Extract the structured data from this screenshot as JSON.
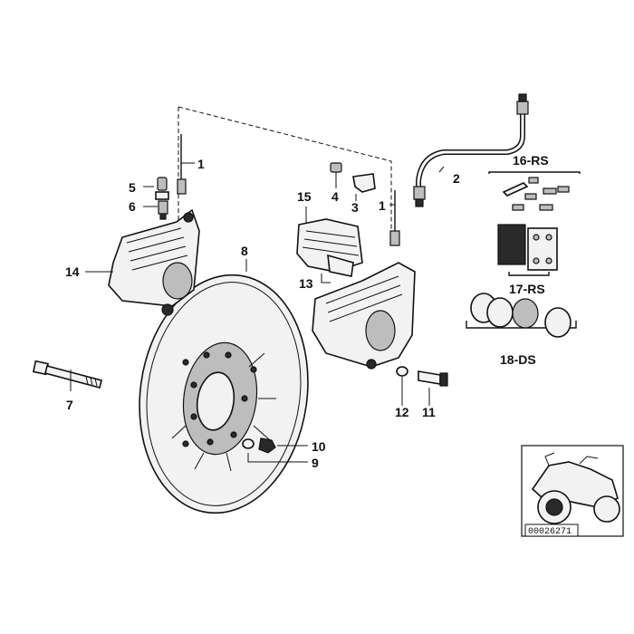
{
  "labels": {
    "p1a": "1",
    "p1b": "1",
    "p2": "2",
    "p3": "3",
    "p4": "4",
    "p5": "5",
    "p6": "6",
    "p7": "7",
    "p8": "8",
    "p9": "9",
    "p10": "10",
    "p11": "11",
    "p12": "12",
    "p13": "13",
    "p14": "14",
    "p15": "15",
    "p16": "16-RS",
    "p17": "17-RS",
    "p18": "18-DS"
  },
  "thumbnail": {
    "ref_number": "00026271"
  }
}
